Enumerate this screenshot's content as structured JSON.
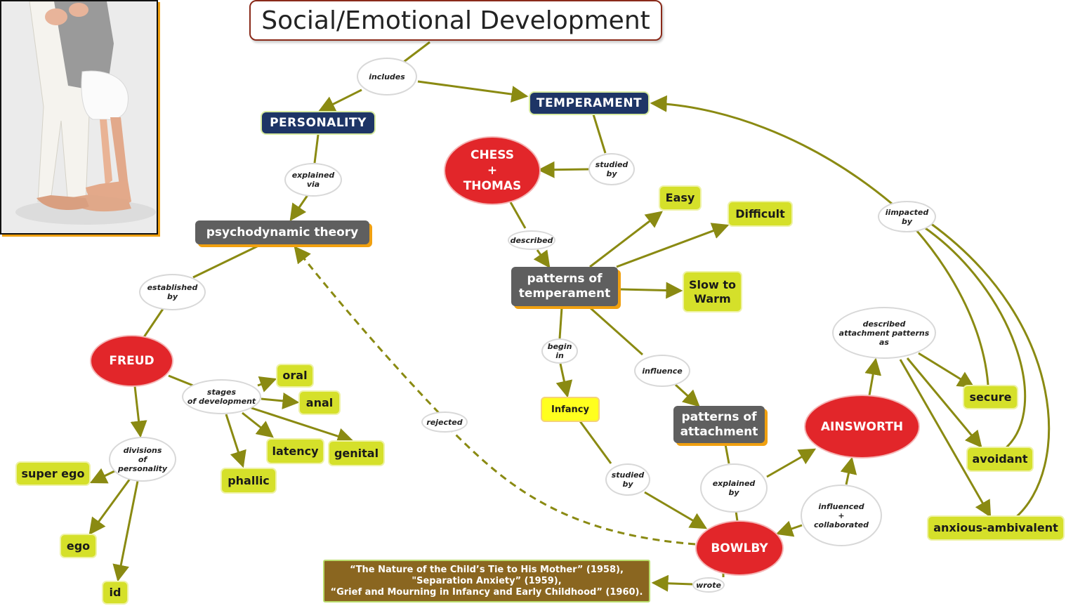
{
  "title": "Social/Emotional Development",
  "nodes": {
    "personality": "PERSONALITY",
    "temperament": "TEMPERAMENT",
    "chess_thomas": "CHESS\n+\nTHOMAS",
    "psychodynamic": "psychodynamic  theory",
    "patterns_temperament": "patterns of\ntemperament",
    "easy": "Easy",
    "difficult": "Difficult",
    "slow_to_warm": "Slow to\nWarm",
    "freud": "FREUD",
    "oral": "oral",
    "anal": "anal",
    "latency": "latency",
    "genital": "genital",
    "phallic": "phallic",
    "super_ego": "super ego",
    "ego": "ego",
    "id": "id",
    "infancy": "Infancy",
    "patterns_attachment": "patterns of\nattachment",
    "ainsworth": "AINSWORTH",
    "bowlby": "BOWLBY",
    "secure": "secure",
    "avoidant": "avoidant",
    "anxious_ambivalent": "anxious-ambivalent",
    "works": "“The Nature of the Child’s Tie to His Mother” (1958),\n\"Separation Anxiety” (1959),\n“Grief and Mourning in Infancy and Early Childhood” (1960)."
  },
  "links": {
    "includes": "includes",
    "explained_via": "explained\nvia",
    "studied_by_1": "studied\nby",
    "described": "described",
    "established_by": "established\nby",
    "stages": "stages\nof development",
    "divisions": "divisions\nof\npersonality",
    "begin_in": "begin\nin",
    "influence": "influence",
    "rejected": "rejected",
    "impacted_by": "iimpacted\nby",
    "described_attachment": "described\nattachment patterns\nas",
    "studied_by_2": "studied\nby",
    "explained_by": "explained\nby",
    "influenced": "influenced\n+\ncollaborated",
    "wrote": "wrote"
  },
  "colors": {
    "link": "#8a8a12",
    "title_border": "#8a2a1a",
    "blue": "#1e3566",
    "gray": "#5f5f5f",
    "red": "#e2262a",
    "green": "#d5e02a",
    "yellow": "#ffff1e",
    "brown": "#8a6620",
    "shadow_orange": "#f0a010"
  },
  "photo": "photo-of-toddler-standing-on-adult-feet"
}
